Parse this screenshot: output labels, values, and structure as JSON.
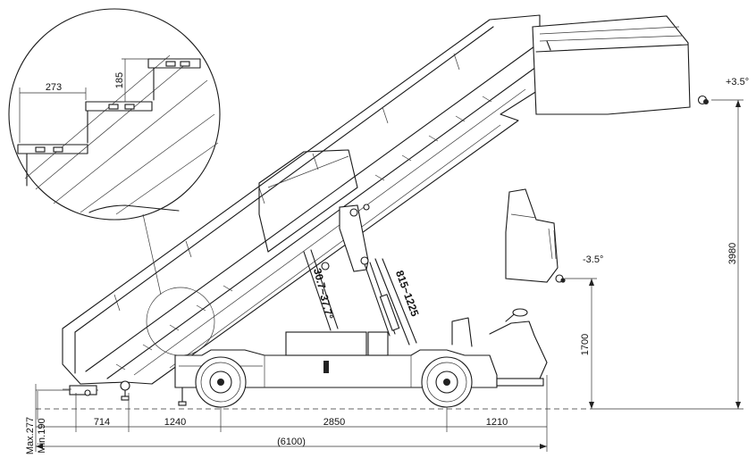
{
  "dimensions": {
    "overhang_front": "714",
    "front_to_axle": "1240",
    "wheelbase": "2850",
    "rear_overhang": "1210",
    "overall_length": "(6100)",
    "max_height": "3980",
    "min_height": "1700",
    "ground_max": "Max.277",
    "ground_min": "Min.190",
    "tilt_up": "+3.5°",
    "tilt_down": "-3.5°",
    "step_depth": "273",
    "step_rise": "185",
    "angle_range": "30.7~37.7°",
    "stroke_range": "815~1225"
  },
  "colors": {
    "line": "#1a1a1a",
    "background": "#ffffff"
  }
}
